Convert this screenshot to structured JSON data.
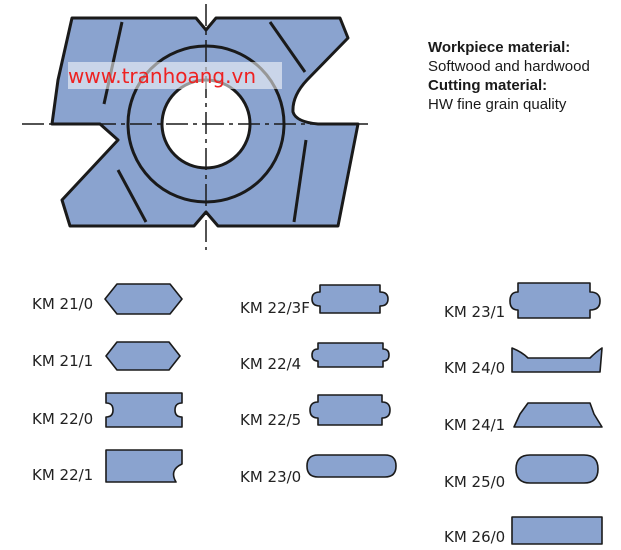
{
  "watermark": "www.tranhoang.vn",
  "specs": {
    "workpiece_heading": "Workpiece material:",
    "workpiece_value": "Softwood and hardwood",
    "cutting_heading": "Cutting material:",
    "cutting_value": "HW fine grain quality"
  },
  "profiles": [
    {
      "code": "KM 21/0"
    },
    {
      "code": "KM 21/1"
    },
    {
      "code": "KM 22/0"
    },
    {
      "code": "KM 22/1"
    },
    {
      "code": "KM 22/3F"
    },
    {
      "code": "KM 22/4"
    },
    {
      "code": "KM 22/5"
    },
    {
      "code": "KM 23/0"
    },
    {
      "code": "KM 23/1"
    },
    {
      "code": "KM 24/0"
    },
    {
      "code": "KM 24/1"
    },
    {
      "code": "KM 25/0"
    },
    {
      "code": "KM 26/0"
    }
  ],
  "colors": {
    "fill": "#8aa3cf",
    "stroke": "#1a1a1a",
    "watermark": "#ee2222"
  }
}
